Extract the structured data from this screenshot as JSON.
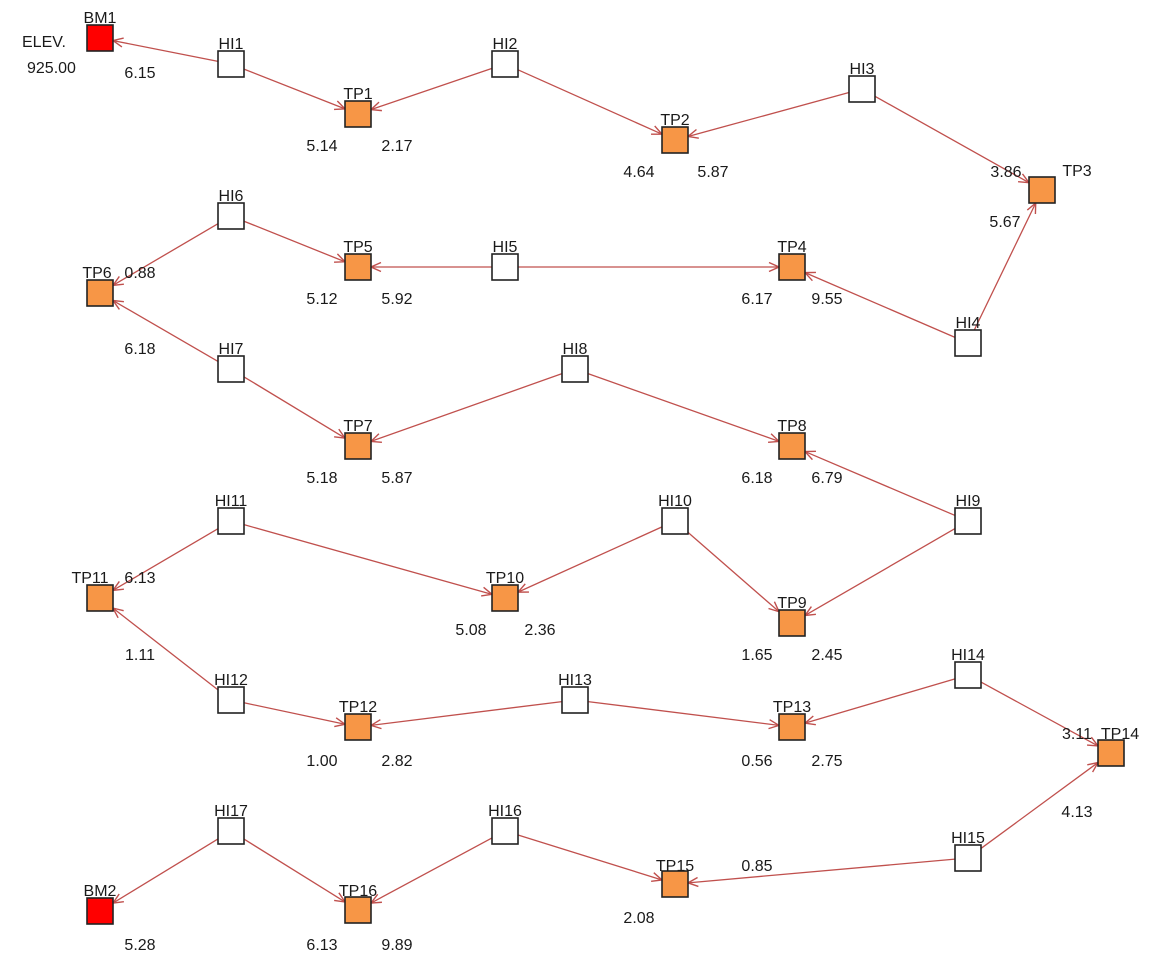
{
  "colors": {
    "benchmark": "#ff0000",
    "turning_point": "#f79646",
    "instrument": "#ffffff",
    "edge": "#c0504d",
    "border": "#222222"
  },
  "elevation_label": "ELEV.",
  "elevation_value": "925.00",
  "nodes": [
    {
      "id": "BM1",
      "label": "BM1",
      "kind": "benchmark"
    },
    {
      "id": "HI1",
      "label": "HI1",
      "kind": "instrument"
    },
    {
      "id": "TP1",
      "label": "TP1",
      "kind": "turning_point"
    },
    {
      "id": "HI2",
      "label": "HI2",
      "kind": "instrument"
    },
    {
      "id": "TP2",
      "label": "TP2",
      "kind": "turning_point"
    },
    {
      "id": "HI3",
      "label": "HI3",
      "kind": "instrument"
    },
    {
      "id": "TP3",
      "label": "TP3",
      "kind": "turning_point"
    },
    {
      "id": "HI4",
      "label": "HI4",
      "kind": "instrument"
    },
    {
      "id": "TP4",
      "label": "TP4",
      "kind": "turning_point"
    },
    {
      "id": "HI5",
      "label": "HI5",
      "kind": "instrument"
    },
    {
      "id": "TP5",
      "label": "TP5",
      "kind": "turning_point"
    },
    {
      "id": "HI6",
      "label": "HI6",
      "kind": "instrument"
    },
    {
      "id": "TP6",
      "label": "TP6",
      "kind": "turning_point"
    },
    {
      "id": "HI7",
      "label": "HI7",
      "kind": "instrument"
    },
    {
      "id": "TP7",
      "label": "TP7",
      "kind": "turning_point"
    },
    {
      "id": "HI8",
      "label": "HI8",
      "kind": "instrument"
    },
    {
      "id": "TP8",
      "label": "TP8",
      "kind": "turning_point"
    },
    {
      "id": "HI9",
      "label": "HI9",
      "kind": "instrument"
    },
    {
      "id": "TP9",
      "label": "TP9",
      "kind": "turning_point"
    },
    {
      "id": "HI10",
      "label": "HI10",
      "kind": "instrument"
    },
    {
      "id": "TP10",
      "label": "TP10",
      "kind": "turning_point"
    },
    {
      "id": "HI11",
      "label": "HI11",
      "kind": "instrument"
    },
    {
      "id": "TP11",
      "label": "TP11",
      "kind": "turning_point"
    },
    {
      "id": "HI12",
      "label": "HI12",
      "kind": "instrument"
    },
    {
      "id": "TP12",
      "label": "TP12",
      "kind": "turning_point"
    },
    {
      "id": "HI13",
      "label": "HI13",
      "kind": "instrument"
    },
    {
      "id": "TP13",
      "label": "TP13",
      "kind": "turning_point"
    },
    {
      "id": "HI14",
      "label": "HI14",
      "kind": "instrument"
    },
    {
      "id": "TP14",
      "label": "TP14",
      "kind": "turning_point"
    },
    {
      "id": "HI15",
      "label": "HI15",
      "kind": "instrument"
    },
    {
      "id": "TP15",
      "label": "TP15",
      "kind": "turning_point"
    },
    {
      "id": "HI16",
      "label": "HI16",
      "kind": "instrument"
    },
    {
      "id": "TP16",
      "label": "TP16",
      "kind": "turning_point"
    },
    {
      "id": "HI17",
      "label": "HI17",
      "kind": "instrument"
    },
    {
      "id": "BM2",
      "label": "BM2",
      "kind": "benchmark"
    }
  ],
  "edges": [
    {
      "from": "HI1",
      "to": "BM1"
    },
    {
      "from": "HI1",
      "to": "TP1"
    },
    {
      "from": "HI2",
      "to": "TP1"
    },
    {
      "from": "HI2",
      "to": "TP2"
    },
    {
      "from": "HI3",
      "to": "TP2"
    },
    {
      "from": "HI3",
      "to": "TP3"
    },
    {
      "from": "HI4",
      "to": "TP3"
    },
    {
      "from": "HI4",
      "to": "TP4"
    },
    {
      "from": "HI5",
      "to": "TP4"
    },
    {
      "from": "HI5",
      "to": "TP5"
    },
    {
      "from": "HI6",
      "to": "TP5"
    },
    {
      "from": "HI6",
      "to": "TP6"
    },
    {
      "from": "HI7",
      "to": "TP6"
    },
    {
      "from": "HI7",
      "to": "TP7"
    },
    {
      "from": "HI8",
      "to": "TP7"
    },
    {
      "from": "HI8",
      "to": "TP8"
    },
    {
      "from": "HI9",
      "to": "TP8"
    },
    {
      "from": "HI9",
      "to": "TP9"
    },
    {
      "from": "HI10",
      "to": "TP9"
    },
    {
      "from": "HI10",
      "to": "TP10"
    },
    {
      "from": "HI11",
      "to": "TP10"
    },
    {
      "from": "HI11",
      "to": "TP11"
    },
    {
      "from": "HI12",
      "to": "TP11"
    },
    {
      "from": "HI12",
      "to": "TP12"
    },
    {
      "from": "HI13",
      "to": "TP12"
    },
    {
      "from": "HI13",
      "to": "TP13"
    },
    {
      "from": "HI14",
      "to": "TP13"
    },
    {
      "from": "HI14",
      "to": "TP14"
    },
    {
      "from": "HI15",
      "to": "TP14"
    },
    {
      "from": "HI15",
      "to": "TP15"
    },
    {
      "from": "HI16",
      "to": "TP15"
    },
    {
      "from": "HI16",
      "to": "TP16"
    },
    {
      "from": "HI17",
      "to": "TP16"
    },
    {
      "from": "HI17",
      "to": "BM2"
    }
  ],
  "readings": [
    "6.15",
    "5.14",
    "2.17",
    "4.64",
    "5.87",
    "3.86",
    "5.67",
    "6.17",
    "9.55",
    "5.12",
    "5.92",
    "0.88",
    "6.18",
    "5.18",
    "5.87",
    "6.18",
    "6.79",
    "1.65",
    "2.45",
    "5.08",
    "2.36",
    "6.13",
    "1.11",
    "1.00",
    "2.82",
    "0.56",
    "2.75",
    "3.11",
    "4.13",
    "0.85",
    "2.08",
    "6.13",
    "9.89",
    "5.28"
  ]
}
